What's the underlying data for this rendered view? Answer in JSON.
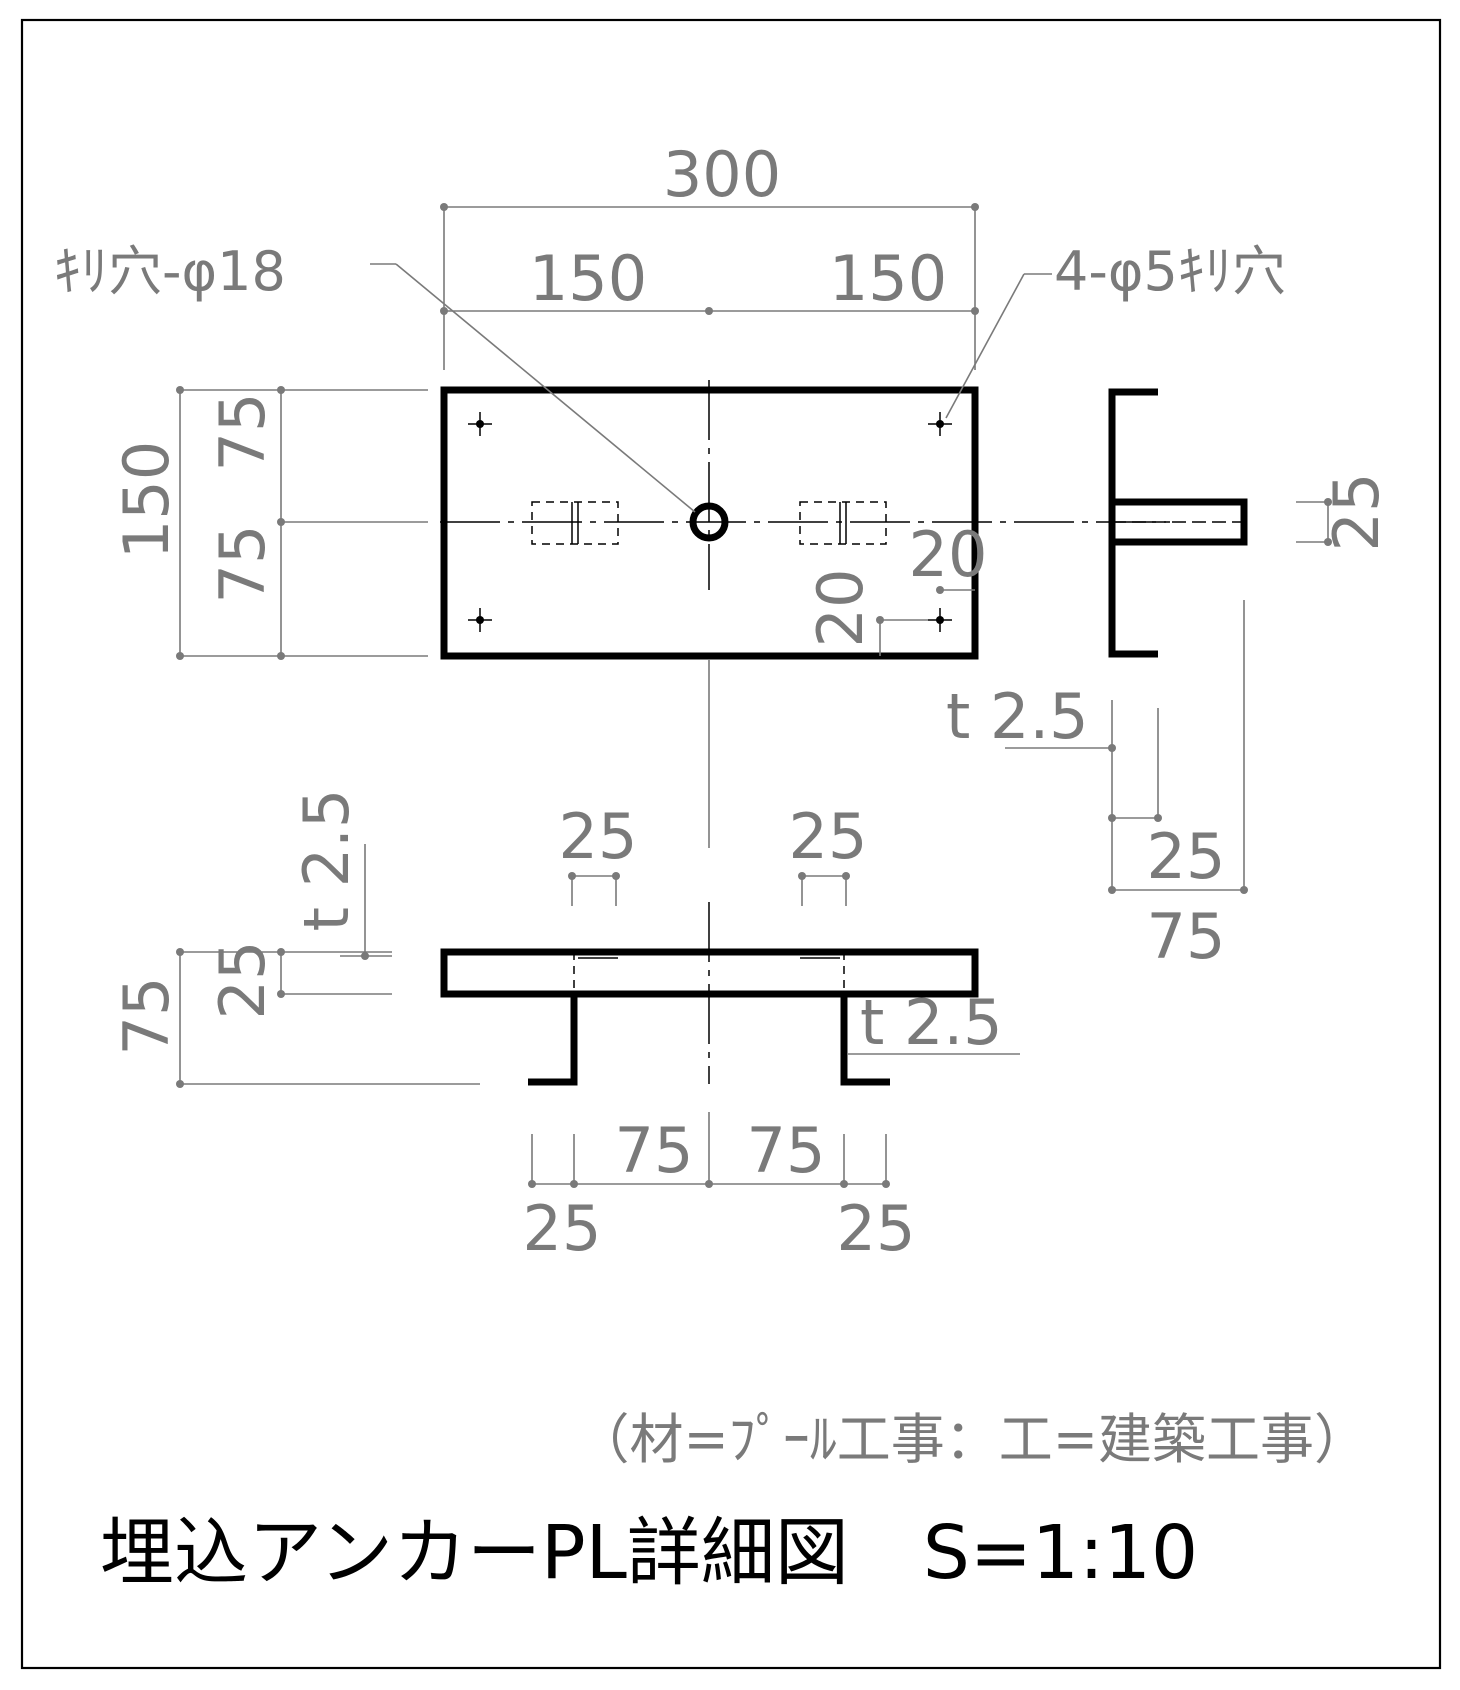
{
  "drawing": {
    "title": "埋込アンカーPL詳細図　S=1:10",
    "material_note": "（材=ﾌﾟｰﾙ工事：工=建築工事）",
    "callouts": {
      "center_hole": "ｷﾘ穴-φ18",
      "corner_holes": "4-φ5ｷﾘ穴"
    },
    "plan_view": {
      "overall_width": "300",
      "half_width_left": "150",
      "half_width_right": "150",
      "overall_height": "150",
      "half_height_top": "75",
      "half_height_bottom": "75",
      "hole_offset_x": "20",
      "hole_offset_y": "20"
    },
    "side_view": {
      "web_projection": "25",
      "thickness": "t 2.5",
      "flange_inner": "25",
      "flange_overall": "75"
    },
    "front_view": {
      "thickness_top": "t 2.5",
      "thickness_leg": "t 2.5",
      "overall_height": "75",
      "plate_height": "25",
      "leg_width_left": "25",
      "leg_width_right": "25",
      "leg_offset_left": "75",
      "leg_offset_right": "75",
      "leg_foot_left": "25",
      "leg_foot_right": "25"
    }
  }
}
